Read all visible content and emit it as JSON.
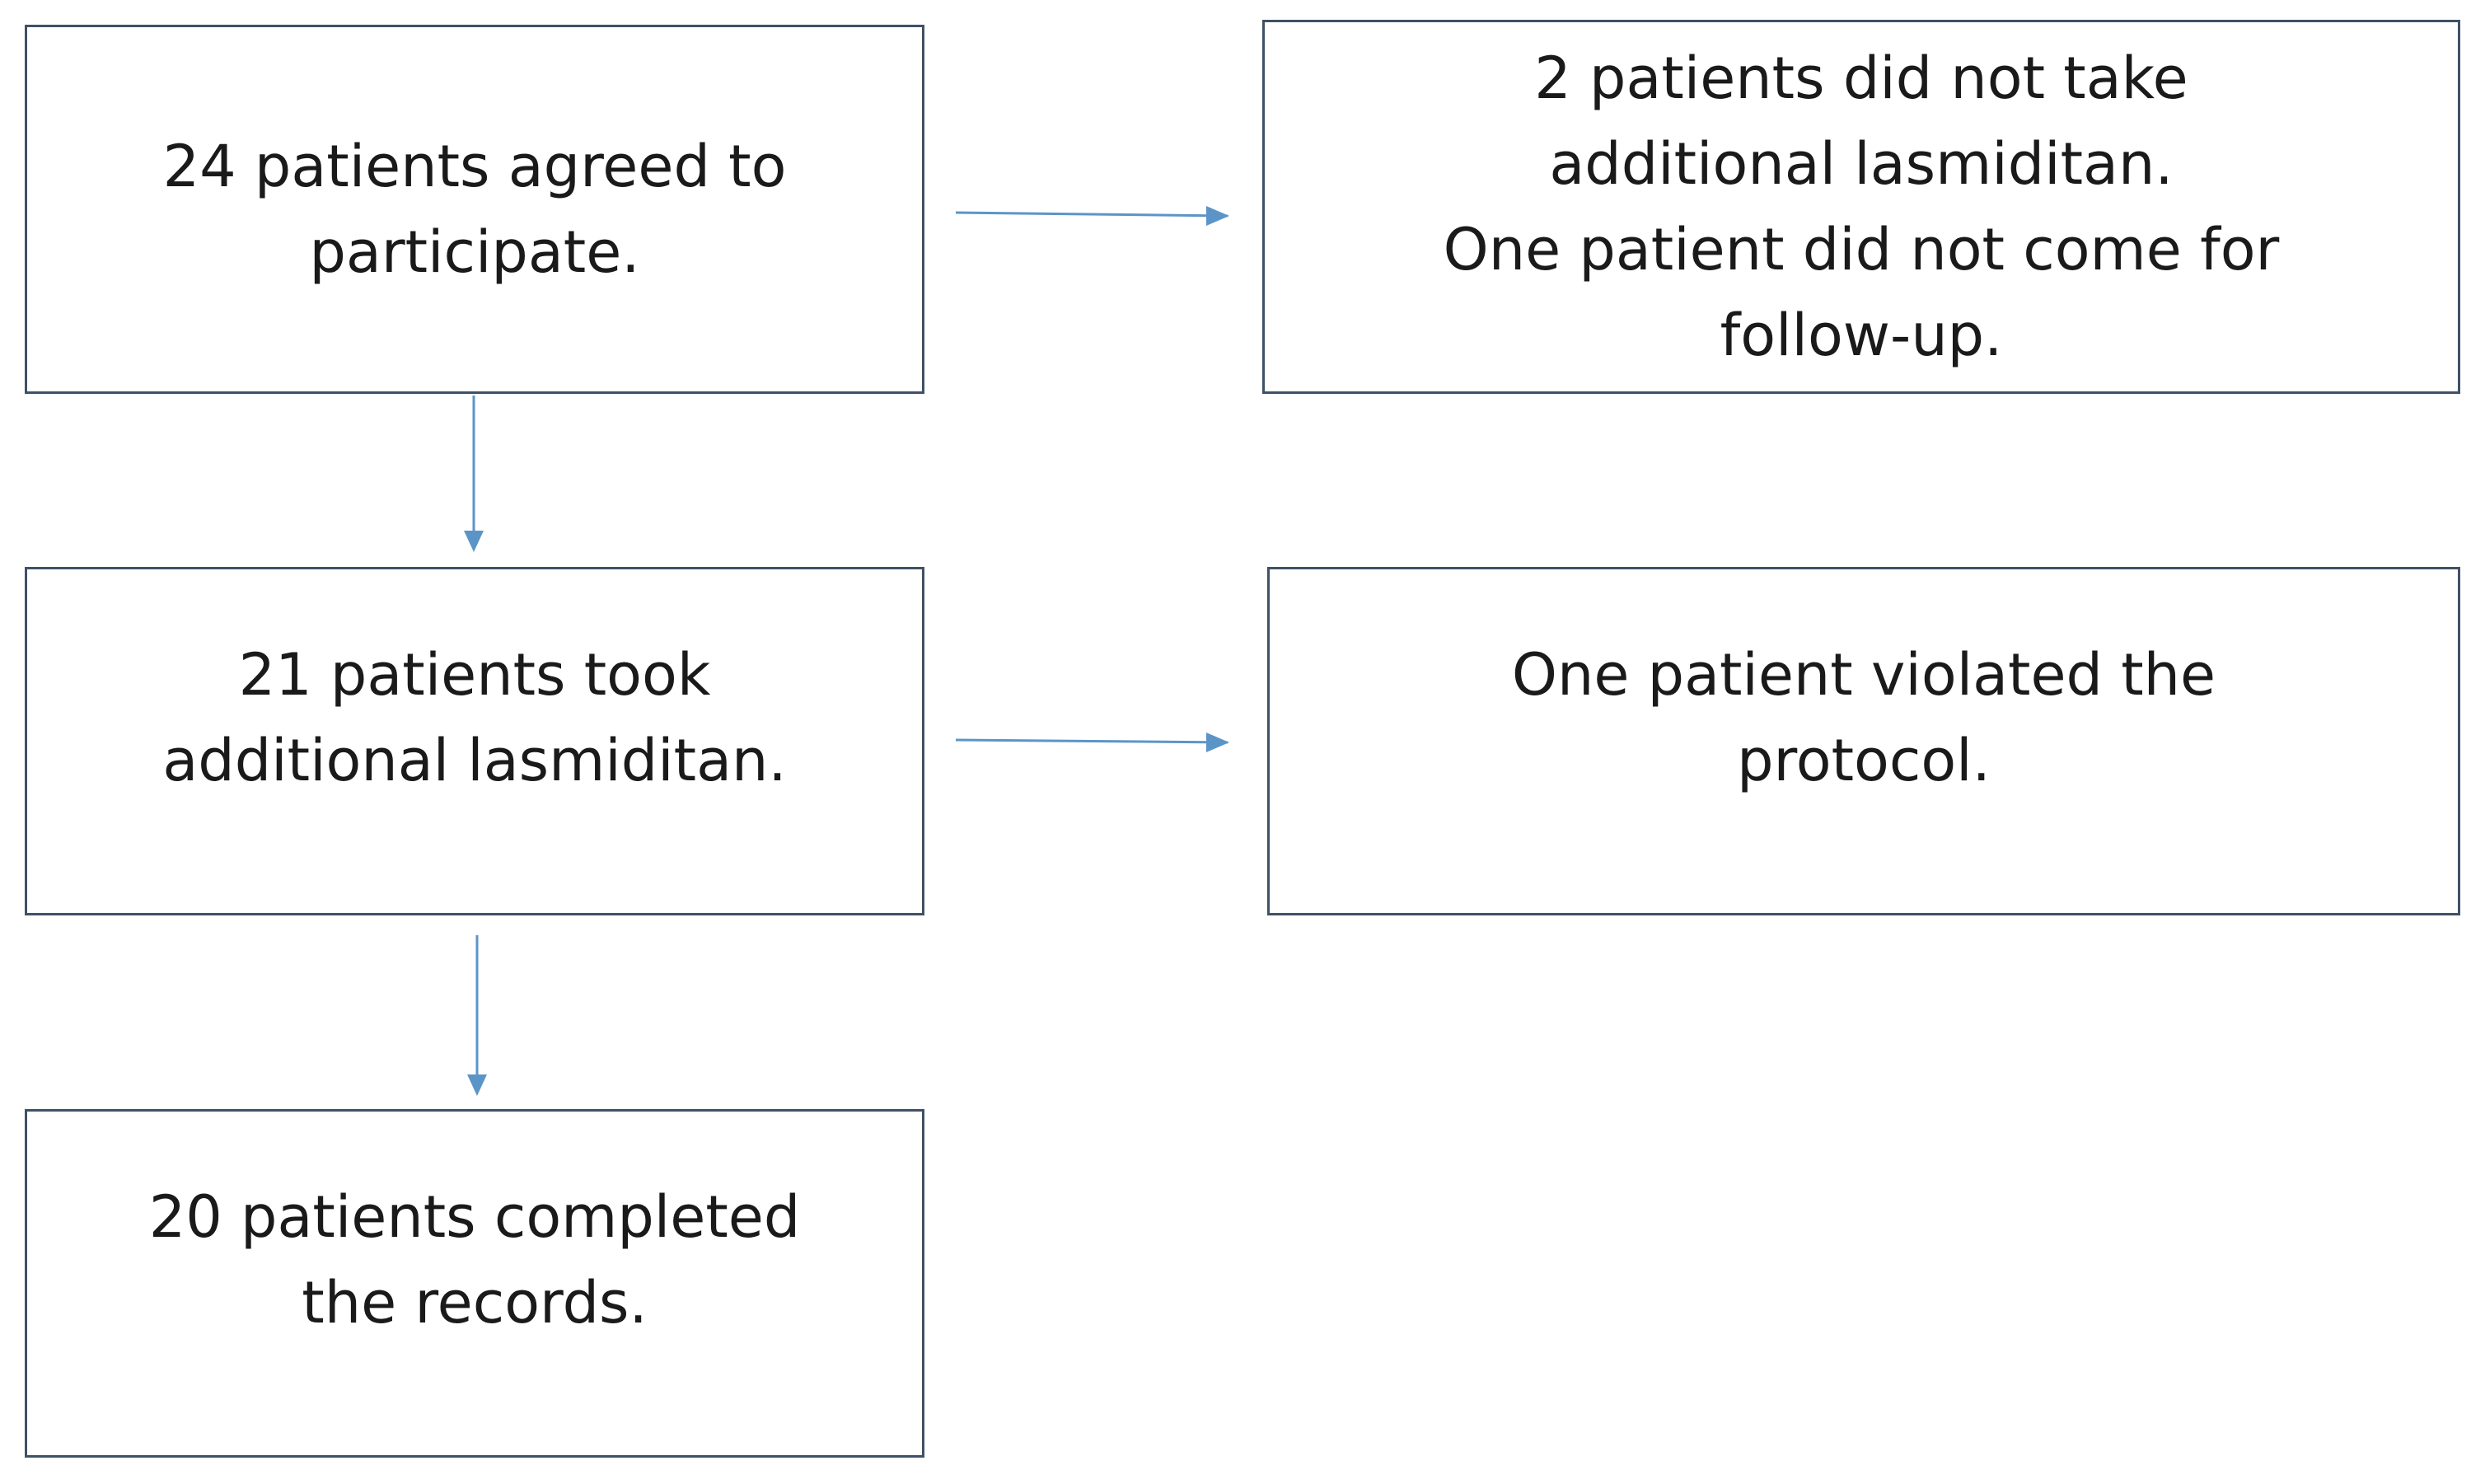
{
  "boxes": {
    "agreed": [
      "24 patients agreed to",
      "participate."
    ],
    "dropout": [
      "2 patients did not take",
      "additional lasmiditan.",
      "One patient did not come for",
      "follow-up."
    ],
    "took": [
      "21 patients took",
      "additional lasmiditan."
    ],
    "violated": [
      "One patient violated the",
      "protocol."
    ],
    "completed": [
      "20 patients completed",
      "the records."
    ]
  },
  "colors": {
    "box_border": "#3f5166",
    "arrow": "#5b95c7",
    "text": "#1a1a1a"
  }
}
